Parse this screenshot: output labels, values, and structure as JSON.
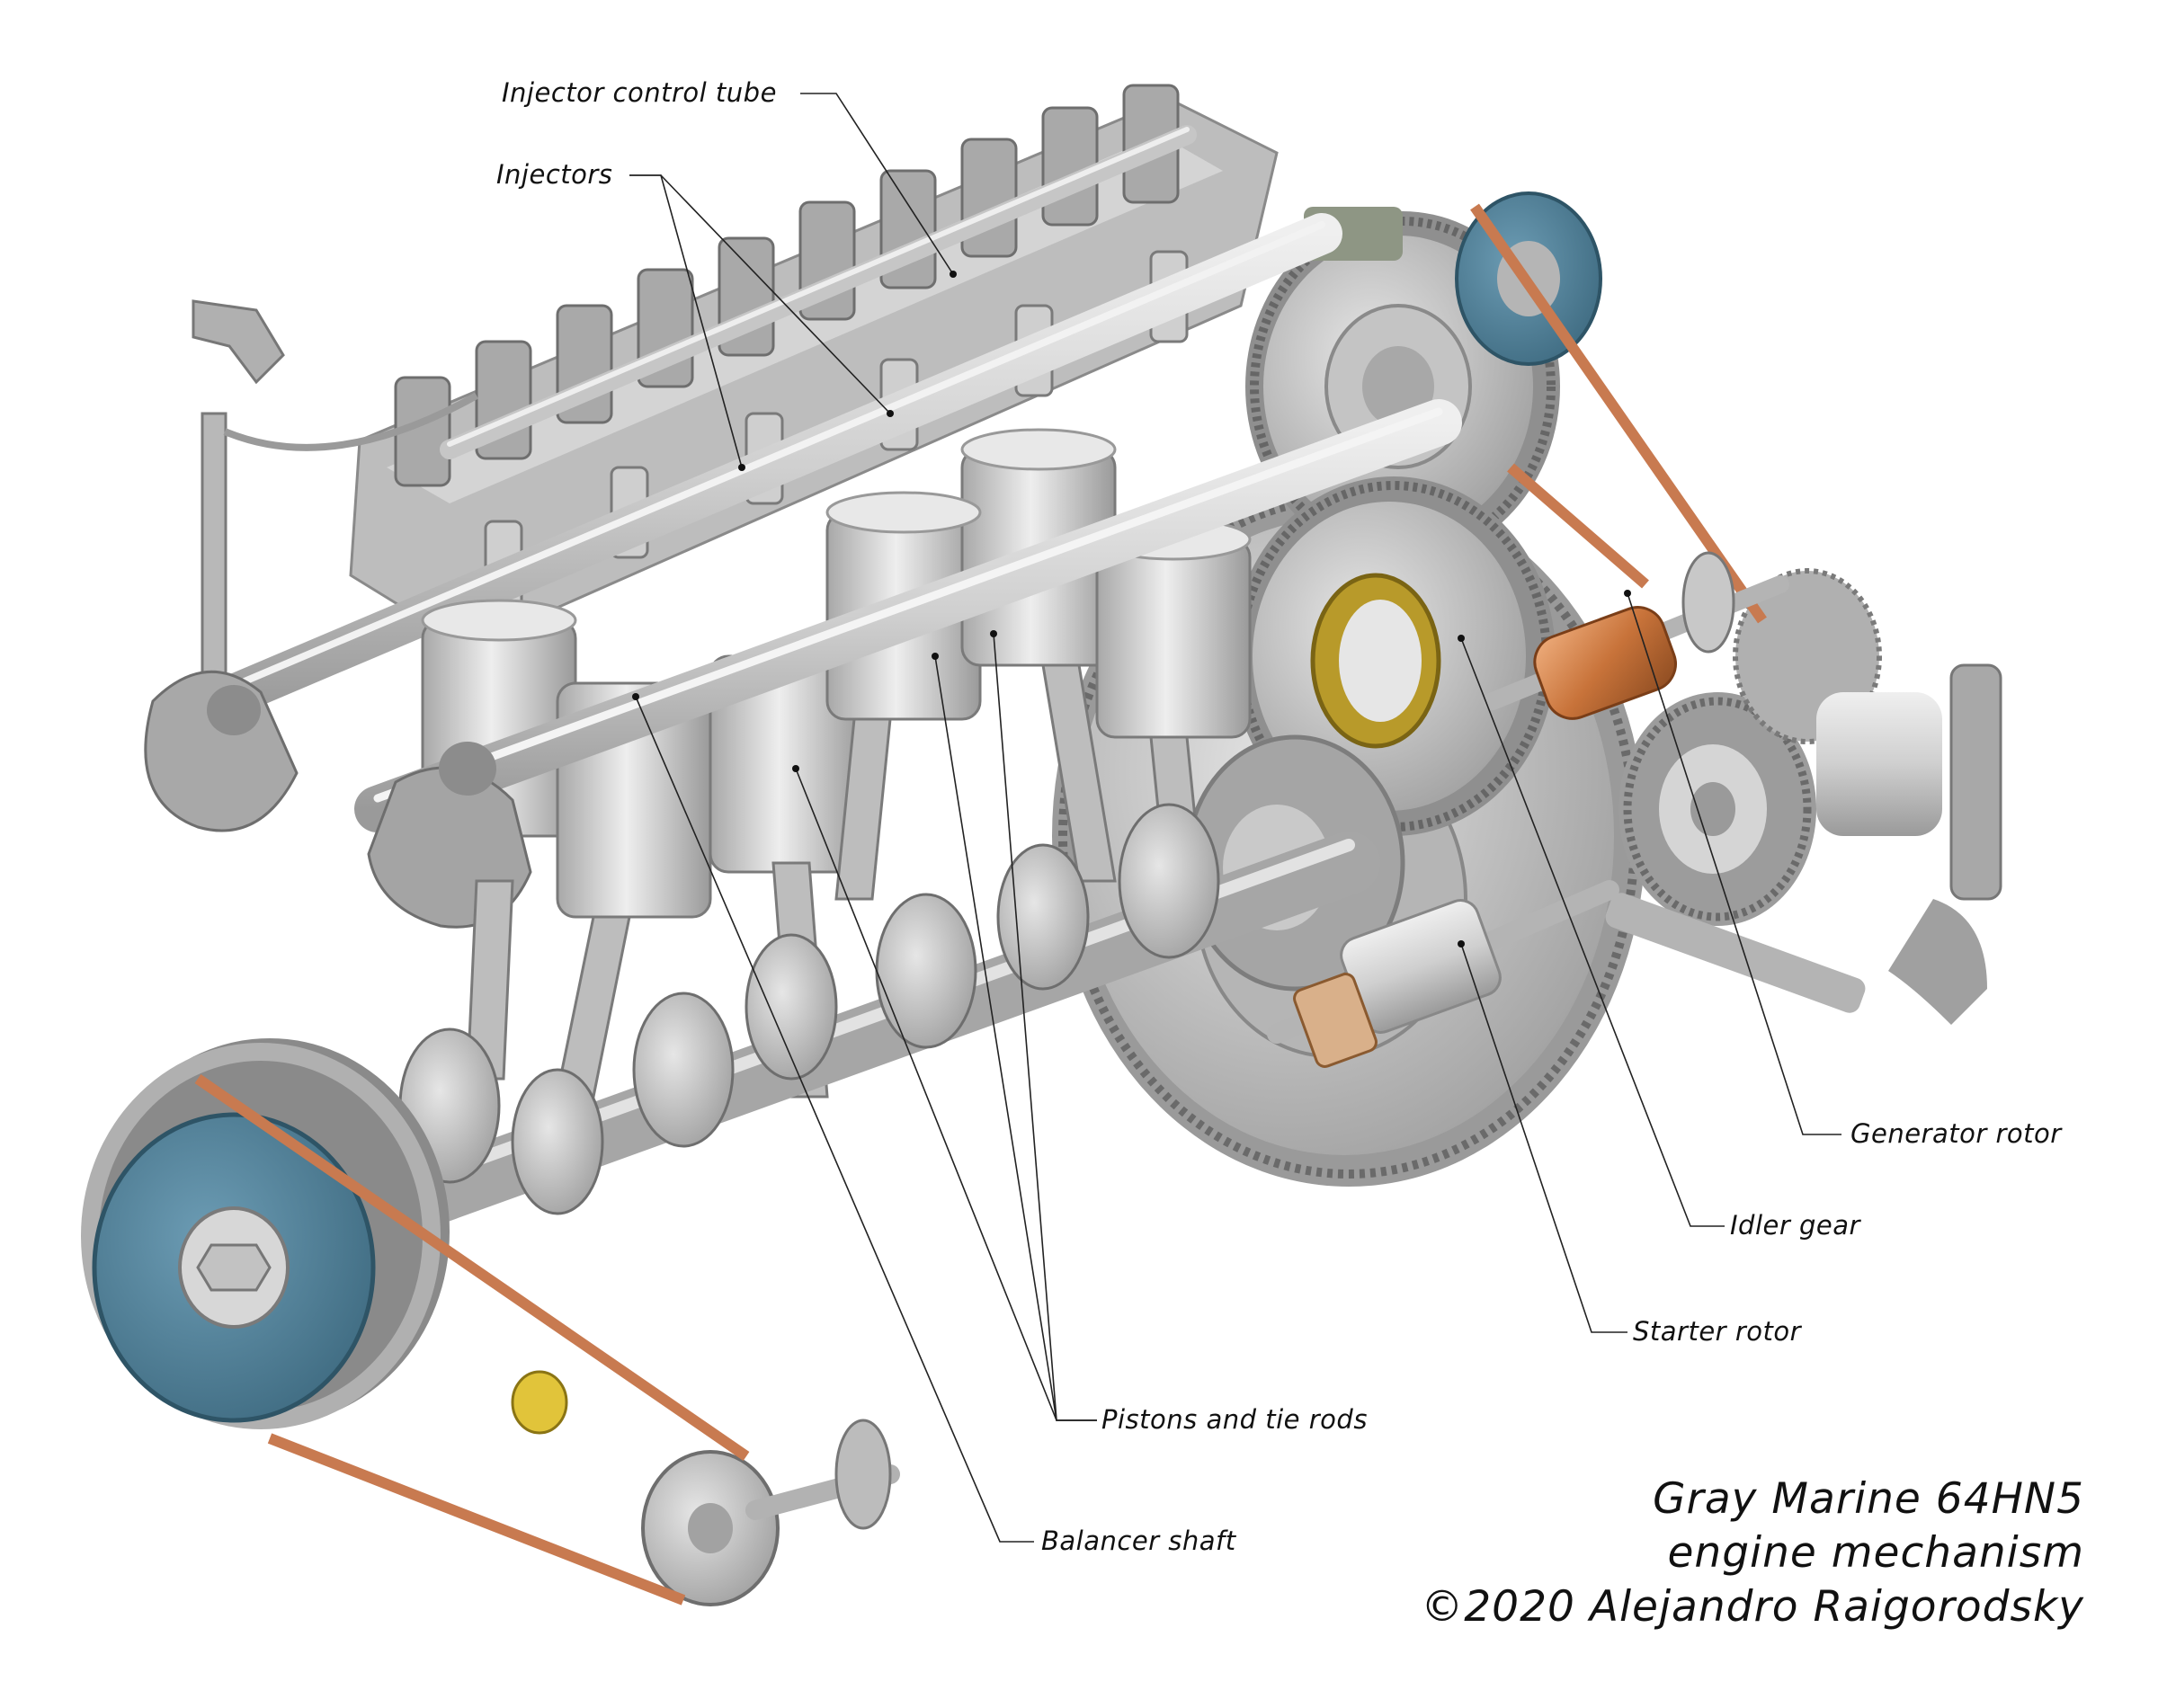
{
  "title": {
    "line1": "Gray Marine 64HN5",
    "line2": "engine mechanism",
    "line3": "©2020 Alejandro Raigorodsky"
  },
  "labels": {
    "injector_control_tube": "Injector control tube",
    "injectors": "Injectors",
    "generator_rotor": "Generator rotor",
    "idler_gear": "Idler gear",
    "starter_rotor": "Starter rotor",
    "pistons_and_tie_rods": "Pistons and tie rods",
    "balancer_shaft": "Balancer shaft"
  },
  "colors": {
    "metal": "#c9c9c9",
    "metal_dark": "#8c8c8c",
    "pulley_blue": "#4d7d96",
    "belt": "#c87a50",
    "copper": "#c8733a",
    "brass": "#b89a2a",
    "olive": "#8e9684"
  }
}
